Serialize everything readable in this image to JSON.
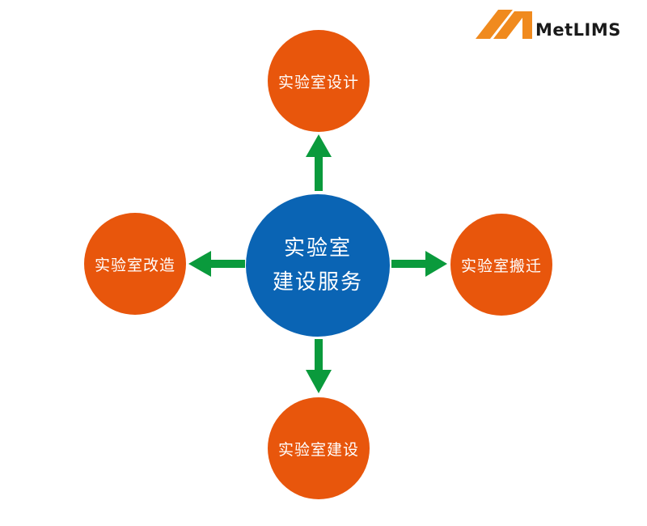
{
  "colors": {
    "center_fill": "#0a64b4",
    "outer_fill": "#e8560c",
    "arrow": "#0a9a3c",
    "logo_orange": "#f08a1e",
    "logo_text": "#1a1a1a",
    "label_text": "#ffffff"
  },
  "logo": {
    "icon": "metlims-m-icon",
    "text": "MetLIMS"
  },
  "diagram": {
    "center": {
      "line1": "实验室",
      "line2": "建设服务"
    },
    "top": "实验室设计",
    "left": "实验室改造",
    "right": "实验室搬迁",
    "bottom": "实验室建设"
  }
}
